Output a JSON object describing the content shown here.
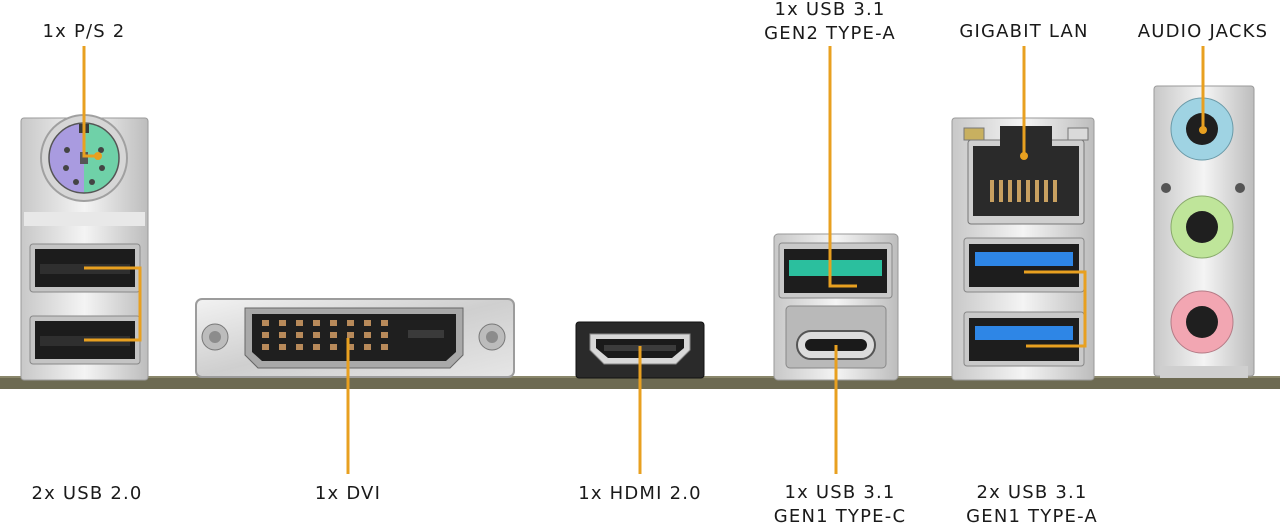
{
  "colors": {
    "leader": "#e8a020",
    "board": "#6d6a52",
    "metal": "#d9d9d9",
    "usb2": "#1c1c1c",
    "usb31_gen1": "#2e86e6",
    "usb31_gen2": "#2bbf9e",
    "ps2_keyboard": "#a99be0",
    "ps2_mouse": "#6fd1a8",
    "audio_line_in": "#9fd3e3",
    "audio_line_out": "#bfe59a",
    "audio_mic": "#f2a6b2"
  },
  "labels": {
    "ps2": [
      "1x P/S 2"
    ],
    "usb20": [
      "2x USB 2.0"
    ],
    "dvi": [
      "1x DVI"
    ],
    "hdmi": [
      "1x HDMI 2.0"
    ],
    "usb31_gen2_a": [
      "1x USB 3.1",
      "GEN2 TYPE-A"
    ],
    "usb31_gen1_c": [
      "1x USB 3.1",
      "GEN1 TYPE-C"
    ],
    "lan": [
      "GIGABIT LAN"
    ],
    "usb31_gen1_a": [
      "2x USB 3.1",
      "GEN1 TYPE-A"
    ],
    "audio": [
      "AUDIO JACKS"
    ]
  },
  "ports": [
    {
      "id": "ps2",
      "icon": "ps2-combo-port"
    },
    {
      "id": "usb20",
      "icon": "usb-a-port",
      "count": 2
    },
    {
      "id": "dvi",
      "icon": "dvi-port"
    },
    {
      "id": "hdmi",
      "icon": "hdmi-port"
    },
    {
      "id": "usb31_gen2_a",
      "icon": "usb-a-port",
      "count": 1
    },
    {
      "id": "usb31_gen1_c",
      "icon": "usb-c-port",
      "count": 1
    },
    {
      "id": "lan",
      "icon": "rj45-port"
    },
    {
      "id": "usb31_gen1_a",
      "icon": "usb-a-port",
      "count": 2
    },
    {
      "id": "audio",
      "icon": "audio-jack-icon",
      "count": 3
    }
  ]
}
